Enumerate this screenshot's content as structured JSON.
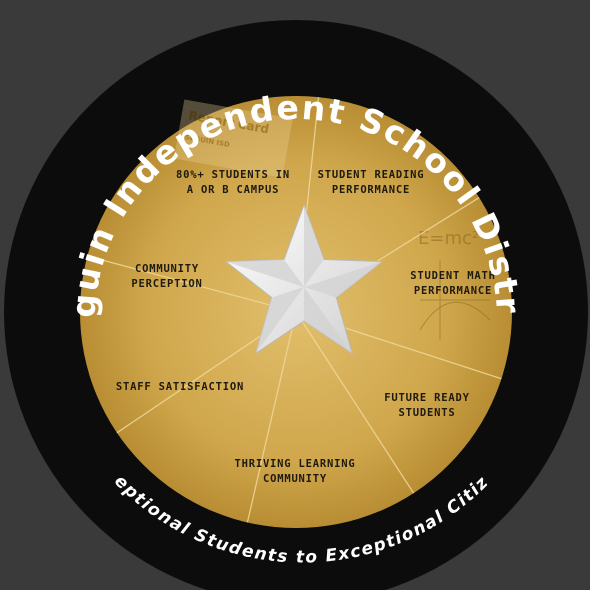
{
  "title": "Seguin Independent School District",
  "tagline": "Exceptional Students to Exceptional Citizens",
  "colors": {
    "background": "#3a3a3a",
    "ring": "#0c0c0c",
    "gold": "#c9a043",
    "gold_light": "#dcb55b",
    "divider": "#efd89a",
    "star": "#f2f2f2",
    "label": "#1e1a10"
  },
  "report_card": {
    "heading": "Report Card",
    "subheading": "SEGUIN ISD"
  },
  "formula": "E=mc²",
  "segments": [
    {
      "id": "campus",
      "lines": [
        "80%+ STUDENTS IN",
        "A OR B CAMPUS"
      ]
    },
    {
      "id": "reading",
      "lines": [
        "STUDENT READING",
        "PERFORMANCE"
      ]
    },
    {
      "id": "math",
      "lines": [
        "STUDENT MATH",
        "PERFORMANCE"
      ]
    },
    {
      "id": "future",
      "lines": [
        "FUTURE READY",
        "STUDENTS"
      ]
    },
    {
      "id": "thriving",
      "lines": [
        "THRIVING LEARNING",
        "COMMUNITY"
      ]
    },
    {
      "id": "staff",
      "lines": [
        "STAFF SATISFACTION"
      ]
    },
    {
      "id": "community",
      "lines": [
        "COMMUNITY",
        "PERCEPTION"
      ]
    }
  ],
  "center_icon": "star-icon"
}
